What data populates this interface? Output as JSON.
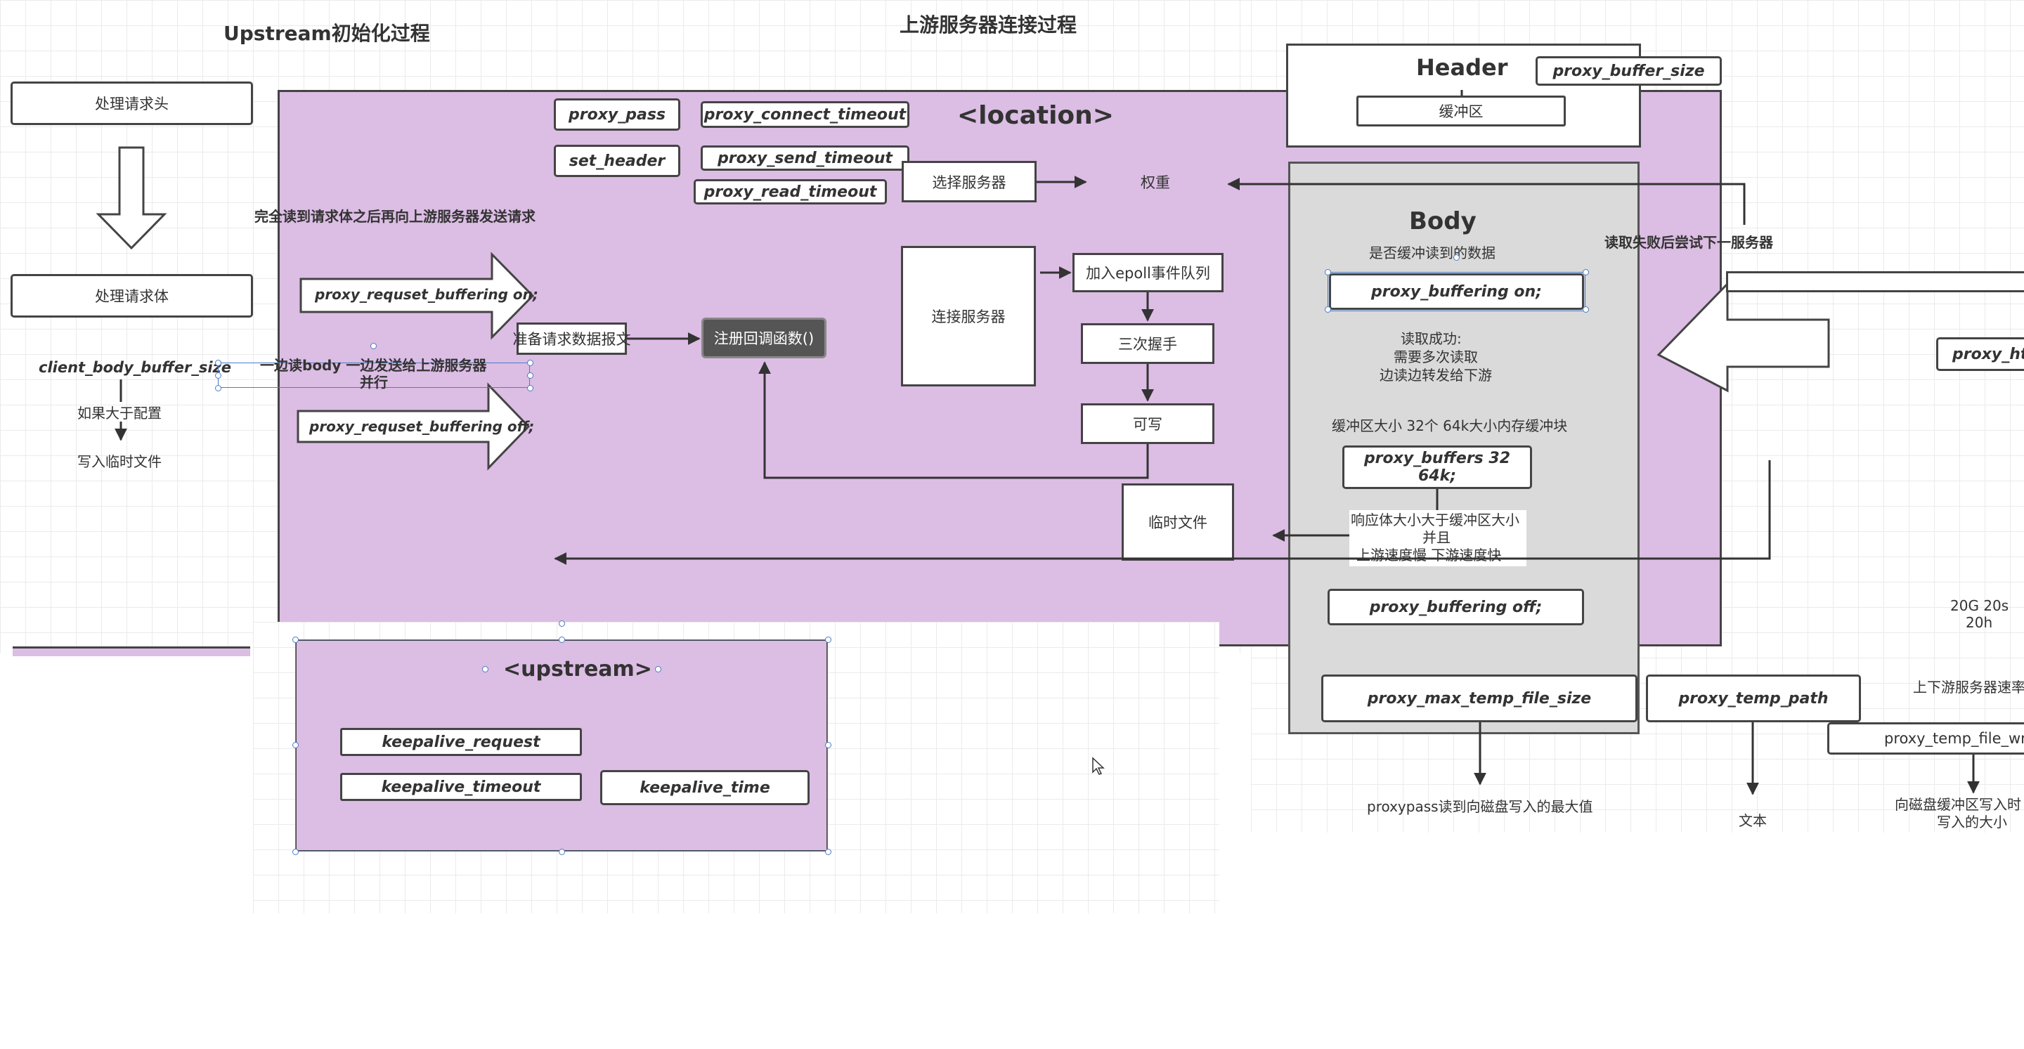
{
  "titles": {
    "upstream_init": "Upstream初始化过程",
    "connect_process": "上游服务器连接过程"
  },
  "left_flow": {
    "handle_header": "处理请求头",
    "handle_body": "处理请求体",
    "client_body_buffer_size": "client_body_buffer_size",
    "if_larger": "如果大于配置",
    "write_temp": "写入临时文件"
  },
  "location": {
    "title": "<location>",
    "proxy_pass": "proxy_pass",
    "proxy_connect_timeout": "proxy_connect_timeout",
    "set_header": "set_header",
    "proxy_send_timeout": "proxy_send_timeout",
    "proxy_read_timeout": "proxy_read_timeout",
    "select_server": "选择服务器",
    "weight": "权重",
    "full_read_note": "完全读到请求体之后再向上游服务器发送请求",
    "buffering_on_arrow": "proxy_requset_buffering on;",
    "buffering_off_arrow": "proxy_requset_buffering off;",
    "read_send_line1": "一边读body 一边发送给上游服务器",
    "read_send_line2": "并行",
    "prepare_packet": "准备请求数据报文",
    "register_callback": "注册回调函数()",
    "connect_server": "连接服务器",
    "epoll_queue": "加入epoll事件队列",
    "handshake": "三次握手",
    "writable": "可写",
    "temp_file": "临时文件"
  },
  "header_panel": {
    "title": "Header",
    "buffer": "缓冲区",
    "proxy_buffer_size": "proxy_buffer_size"
  },
  "body_panel": {
    "title": "Body",
    "buffered_question": "是否缓冲读到的数据",
    "buffering_on": "proxy_buffering on;",
    "read_success": [
      "读取成功:",
      "需要多次读取",
      "边读边转发给下游"
    ],
    "buffer_size_note": "缓冲区大小 32个 64k大小内存缓冲块",
    "proxy_buffers": "proxy_buffers 32 64k;",
    "large_response": [
      "响应体大小大于缓冲区大小",
      "并且",
      "上游速度慢 下游速度快"
    ],
    "buffering_off": "proxy_buffering off;"
  },
  "right_side": {
    "retry_note": "读取失败后尝试下一服务器",
    "proxy_http_partial": "proxy_http",
    "size_note": [
      "20G 20s",
      "20h"
    ],
    "rate_note": "上下游服务器速率",
    "proxy_max_temp_file_size": "proxy_max_temp_file_size",
    "proxy_temp_path": "proxy_temp_path",
    "proxy_temp_file_write_partial": "proxy_temp_file_write",
    "max_write_note": "proxypass读到向磁盘写入的最大值",
    "text_note": "文本",
    "disk_write_note": [
      "向磁盘缓冲区写入时",
      "写入的大小"
    ]
  },
  "upstream": {
    "title": "<upstream>",
    "keepalive_request": "keepalive_request",
    "keepalive_timeout": "keepalive_timeout",
    "keepalive_time": "keepalive_time"
  },
  "colors": {
    "purple_fill": "#dcbde4",
    "gray_fill": "#dadada",
    "stroke": "#444444",
    "selection": "#4a7cc7"
  }
}
